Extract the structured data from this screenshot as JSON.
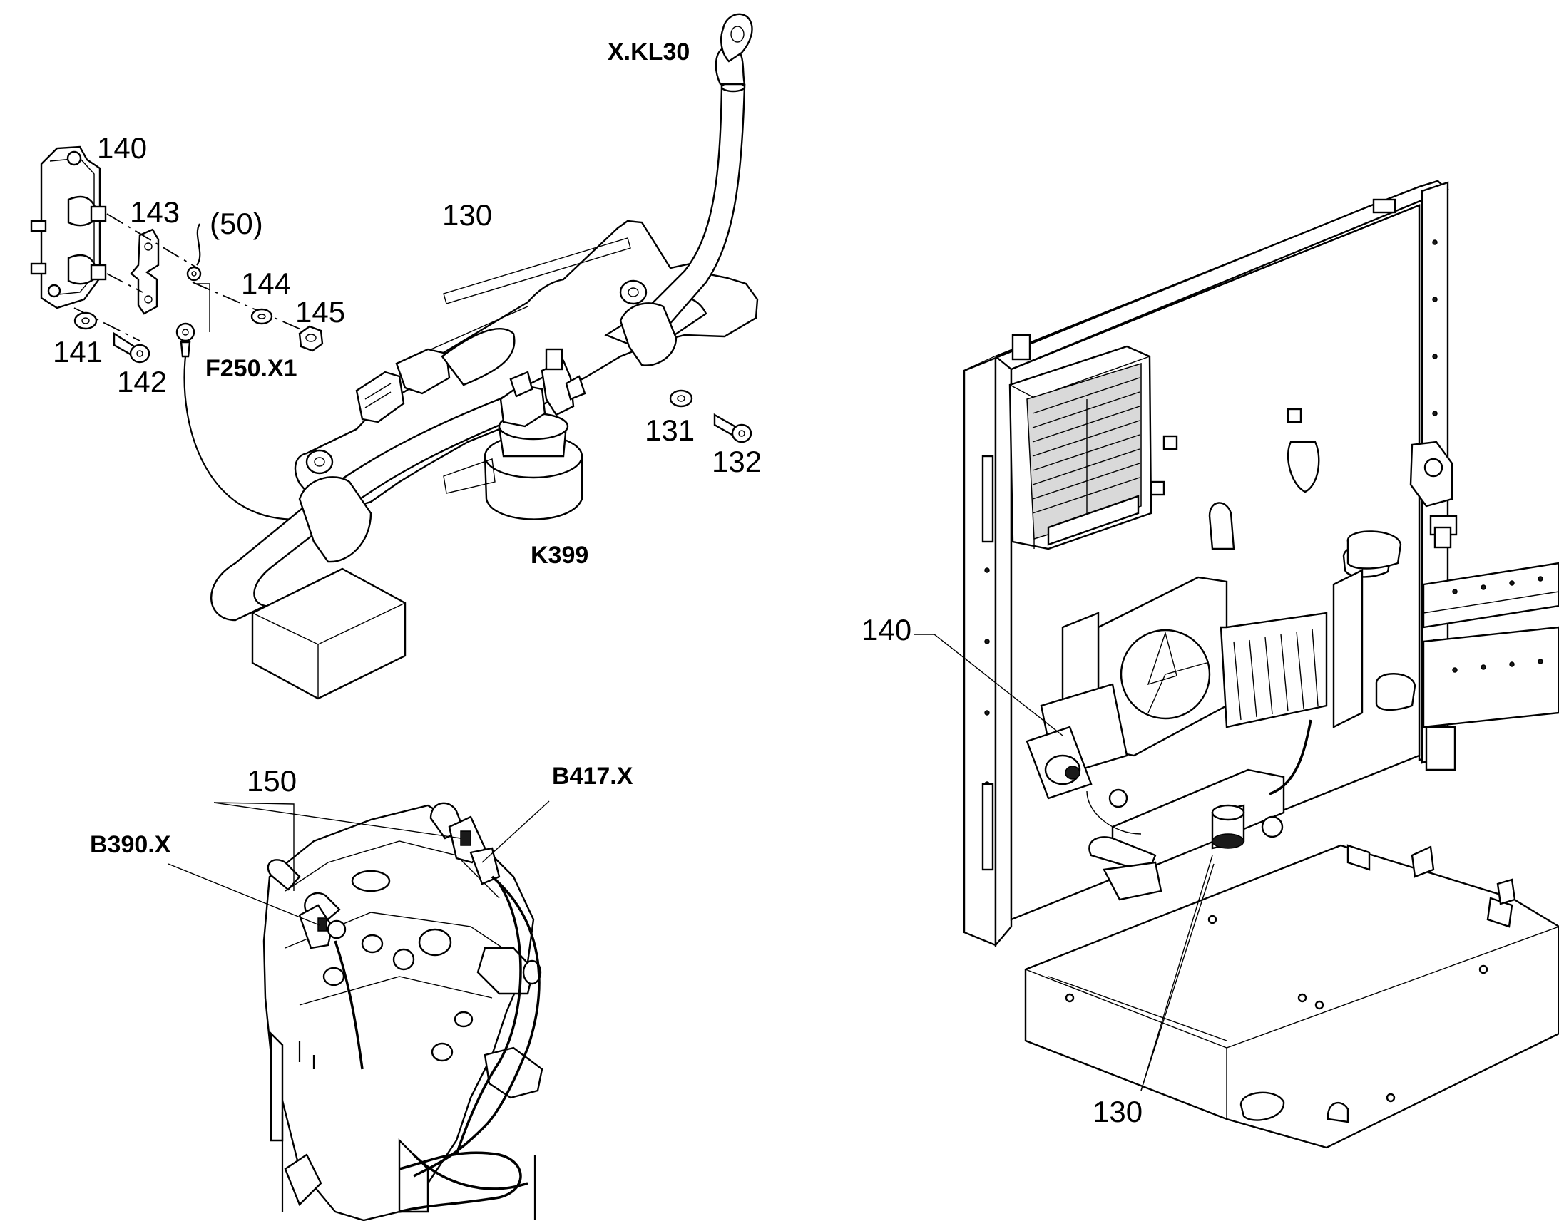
{
  "callouts": {
    "c140_top": "140",
    "c143": "143",
    "c50": "(50)",
    "c130_top": "130",
    "c144": "144",
    "c145": "145",
    "c141": "141",
    "c142": "142",
    "f250": "F250.X1",
    "xkl30": "X.KL30",
    "c131": "131",
    "c132": "132",
    "k399": "K399",
    "c150": "150",
    "b417": "B417.X",
    "b390": "B390.X",
    "c140_right": "140",
    "c130_right": "130"
  },
  "colors": {
    "line": "#000000",
    "background": "#ffffff"
  }
}
